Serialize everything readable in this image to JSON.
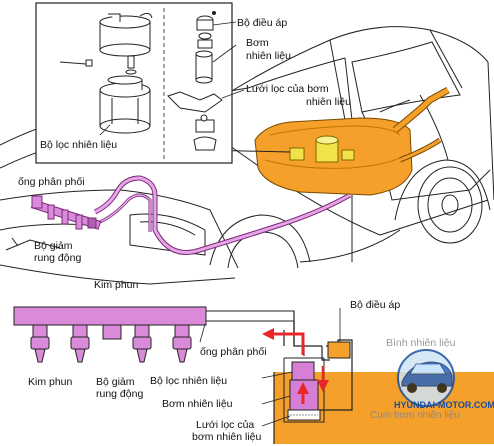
{
  "labels": {
    "pressure_regulator_top": "Bộ điều áp",
    "fuel_pump_top_line1": "Bơm",
    "fuel_pump_top_line2": "nhiên liệu",
    "pump_strainer_top_line1": "Lưới lọc của bơm",
    "pump_strainer_top_line2": "nhiên liệu",
    "fuel_filter_top": "Bộ lọc nhiên liệu",
    "delivery_pipe_car": "ống phân phối",
    "pulsation_damper_car_line1": "Bộ giảm",
    "pulsation_damper_car_line2": "rung động",
    "injector_car": "Kim phun",
    "pressure_regulator_bottom": "Bộ điều áp",
    "delivery_pipe_bottom": "ống phân phối",
    "injector_bottom": "Kim phun",
    "pulsation_damper_bottom_line1": "Bộ giảm",
    "pulsation_damper_bottom_line2": "rung động",
    "fuel_filter_bottom": "Bộ lọc nhiên liệu",
    "fuel_pump_bottom": "Bơm nhiên liệu",
    "pump_strainer_bottom_line1": "Lưới lọc của",
    "pump_strainer_bottom_line2": "bơm nhiên liệu",
    "fuel_tank": "Bình nhiên liệu",
    "fuel_sender": "Cụm bơm nhiên liệu"
  },
  "watermark": {
    "text": "HYUNDAI-MOTOR.COM.VN",
    "text_color": "#1a4fa0"
  },
  "colors": {
    "fuel_line": "#d98ad9",
    "fuel_line_dark": "#7a2a7a",
    "tank_orange": "#f5a02a",
    "tank_orange_light": "#fbb84a",
    "pump_magenta": "#d77fd7",
    "flow_arrow_red": "#e8262a",
    "regulator_orange": "#f5a02a"
  }
}
